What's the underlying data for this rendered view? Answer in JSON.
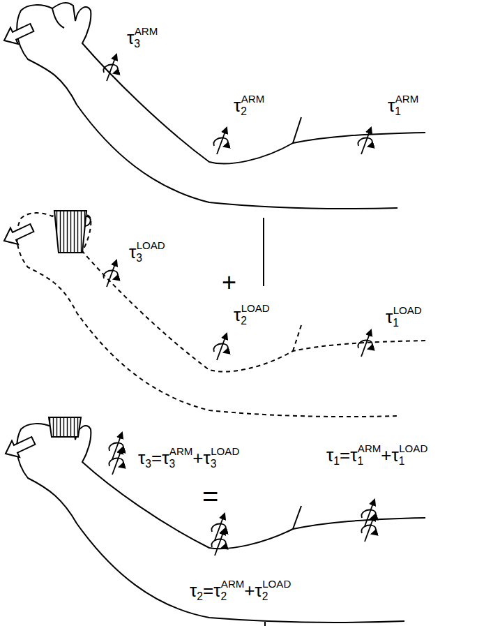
{
  "diagram": {
    "labels": [
      "τ3ARM",
      "τ2ARM",
      "τ1ARM",
      "τ3LOAD",
      "+",
      "τ2LOAD",
      "τ1LOAD",
      "τ3=τ3ARM+τ3LOAD",
      "=",
      "τ1=τ1ARM+τ1LOAD",
      "τ2=τ2ARM+τ2LOAD"
    ]
  }
}
